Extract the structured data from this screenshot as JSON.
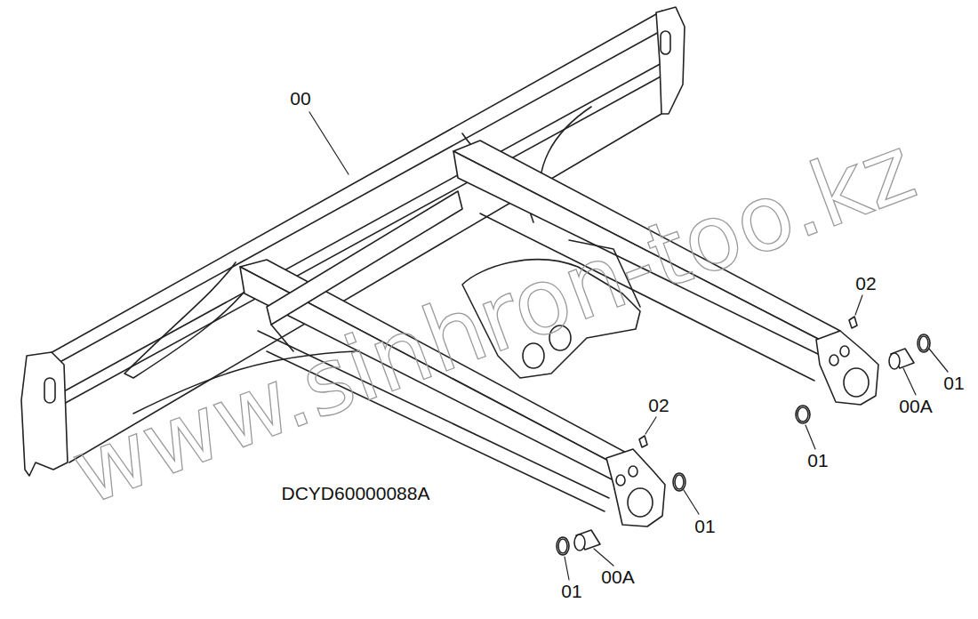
{
  "diagram": {
    "labels": [
      "00",
      "02",
      "02",
      "00A",
      "01",
      "01",
      "DCYD60000088A",
      "01",
      "00A",
      "01",
      "www.sinhron-too.kz"
    ]
  }
}
